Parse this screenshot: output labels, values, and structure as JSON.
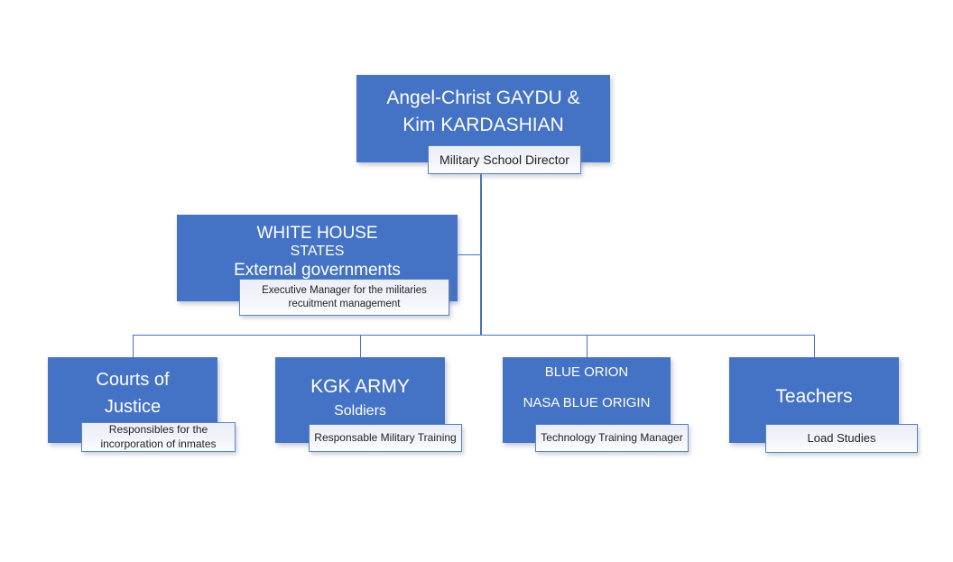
{
  "diagram": {
    "type": "org-chart",
    "root": {
      "id": "director",
      "title_lines": [
        "Angel-Christ GAYDU &",
        "Kim KARDASHIAN"
      ],
      "role_label": "Military School Director"
    },
    "staff": {
      "id": "external-governments",
      "title_lines": [
        "WHITE HOUSE",
        "STATES",
        "External governments"
      ],
      "role_label": "Executive Manager for the militaries recuitment management"
    },
    "children": [
      {
        "id": "courts-of-justice",
        "title_lines": [
          "Courts of",
          "Justice"
        ],
        "role_label": "Responsibles for the incorporation of inmates"
      },
      {
        "id": "kgk-army",
        "title_lines": [
          "KGK ARMY",
          "Soldiers"
        ],
        "role_label": "Responsable Military Training"
      },
      {
        "id": "blue-orion",
        "title_lines": [
          "BLUE ORION",
          "NASA BLUE ORIGIN"
        ],
        "role_label": "Technology Training Manager"
      },
      {
        "id": "teachers",
        "title_lines": [
          "Teachers"
        ],
        "role_label": "Load Studies"
      }
    ],
    "colors": {
      "background": "#FFFFFF",
      "node_fill": "#4472C4",
      "node_text": "#FFFFFF",
      "label_border": "#5585C6",
      "label_text": "#1F1F1F",
      "connector": "#4472C4"
    }
  }
}
